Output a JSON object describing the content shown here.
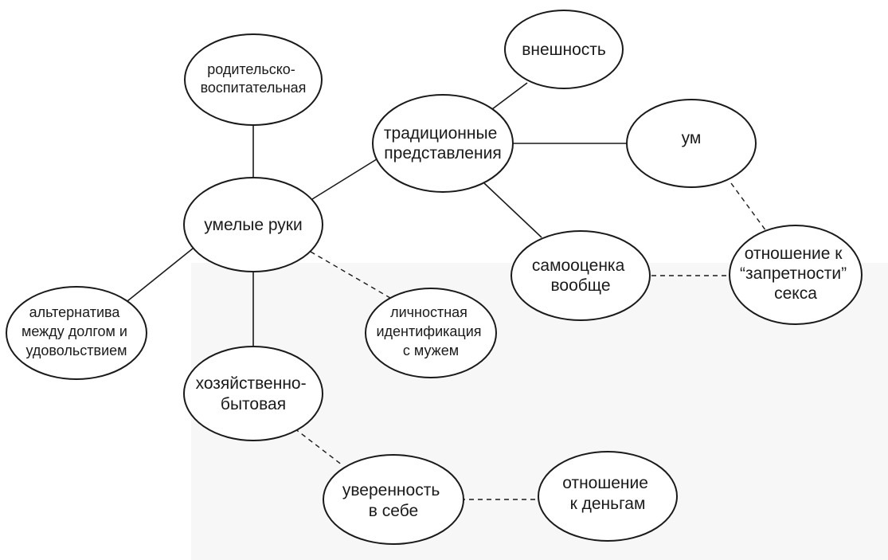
{
  "nodes": {
    "roditelsko": {
      "lines": [
        "родительско-",
        "воспитательная"
      ]
    },
    "umelye": {
      "lines": [
        "умелые руки"
      ]
    },
    "traditsionnye": {
      "lines": [
        "традиционные",
        "представления"
      ]
    },
    "vneshnost": {
      "lines": [
        "внешность"
      ]
    },
    "um": {
      "lines": [
        "ум"
      ]
    },
    "samootsenka": {
      "lines": [
        "самооценка",
        "вообще"
      ]
    },
    "zapretnost": {
      "lines": [
        "отношение к",
        "“запретности”",
        "секса"
      ]
    },
    "alternativa": {
      "lines": [
        "альтернатива",
        "между долгом и",
        "удовольствием"
      ]
    },
    "lichnostnaya": {
      "lines": [
        "личностная",
        "идентификация",
        "с мужем"
      ]
    },
    "khozyaystvenno": {
      "lines": [
        "хозяйственно-",
        "бытовая"
      ]
    },
    "uverennost": {
      "lines": [
        "уверенность",
        "в себе"
      ]
    },
    "dengi": {
      "lines": [
        "отношение",
        "к деньгам"
      ]
    }
  },
  "edges": [
    {
      "from": "roditelsko",
      "to": "umelye",
      "style": "solid"
    },
    {
      "from": "umelye",
      "to": "traditsionnye",
      "style": "solid"
    },
    {
      "from": "traditsionnye",
      "to": "vneshnost",
      "style": "solid"
    },
    {
      "from": "traditsionnye",
      "to": "um",
      "style": "solid"
    },
    {
      "from": "traditsionnye",
      "to": "samootsenka",
      "style": "solid"
    },
    {
      "from": "um",
      "to": "zapretnost",
      "style": "dashed"
    },
    {
      "from": "samootsenka",
      "to": "zapretnost",
      "style": "dashed"
    },
    {
      "from": "umelye",
      "to": "alternativa",
      "style": "solid"
    },
    {
      "from": "umelye",
      "to": "lichnostnaya",
      "style": "dashed"
    },
    {
      "from": "umelye",
      "to": "khozyaystvenno",
      "style": "solid"
    },
    {
      "from": "khozyaystvenno",
      "to": "uverennost",
      "style": "dashed"
    },
    {
      "from": "uverennost",
      "to": "dengi",
      "style": "dashed"
    }
  ]
}
